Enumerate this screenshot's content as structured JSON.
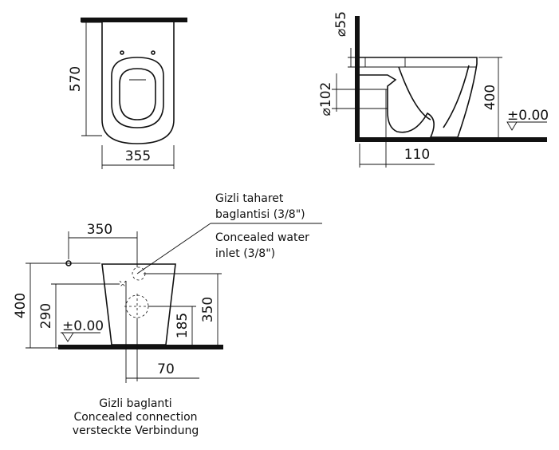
{
  "top_view": {
    "dim_depth": "570",
    "dim_width": "355"
  },
  "side_view": {
    "dim_diameter_top": "⌀55",
    "dim_diameter_outlet": "⌀102",
    "dim_height": "400",
    "dim_outlet_offset": "110",
    "floor_level": "±0.00"
  },
  "front_view": {
    "dim_top_offset": "350",
    "dim_total_height": "400",
    "dim_connection_height": "290",
    "dim_inlet_height": "350",
    "dim_outlet_height": "185",
    "dim_outlet_offset": "70",
    "floor_level": "±0.00"
  },
  "notes": {
    "water_inlet_tr_1": "Gizli taharet",
    "water_inlet_tr_2": "baglantisi (3/8\")",
    "water_inlet_en_1": "Concealed water",
    "water_inlet_en_2": "inlet (3/8\")",
    "connection_tr": "Gizli baglanti",
    "connection_en": "Concealed connection",
    "connection_de": "versteckte Verbindung"
  }
}
